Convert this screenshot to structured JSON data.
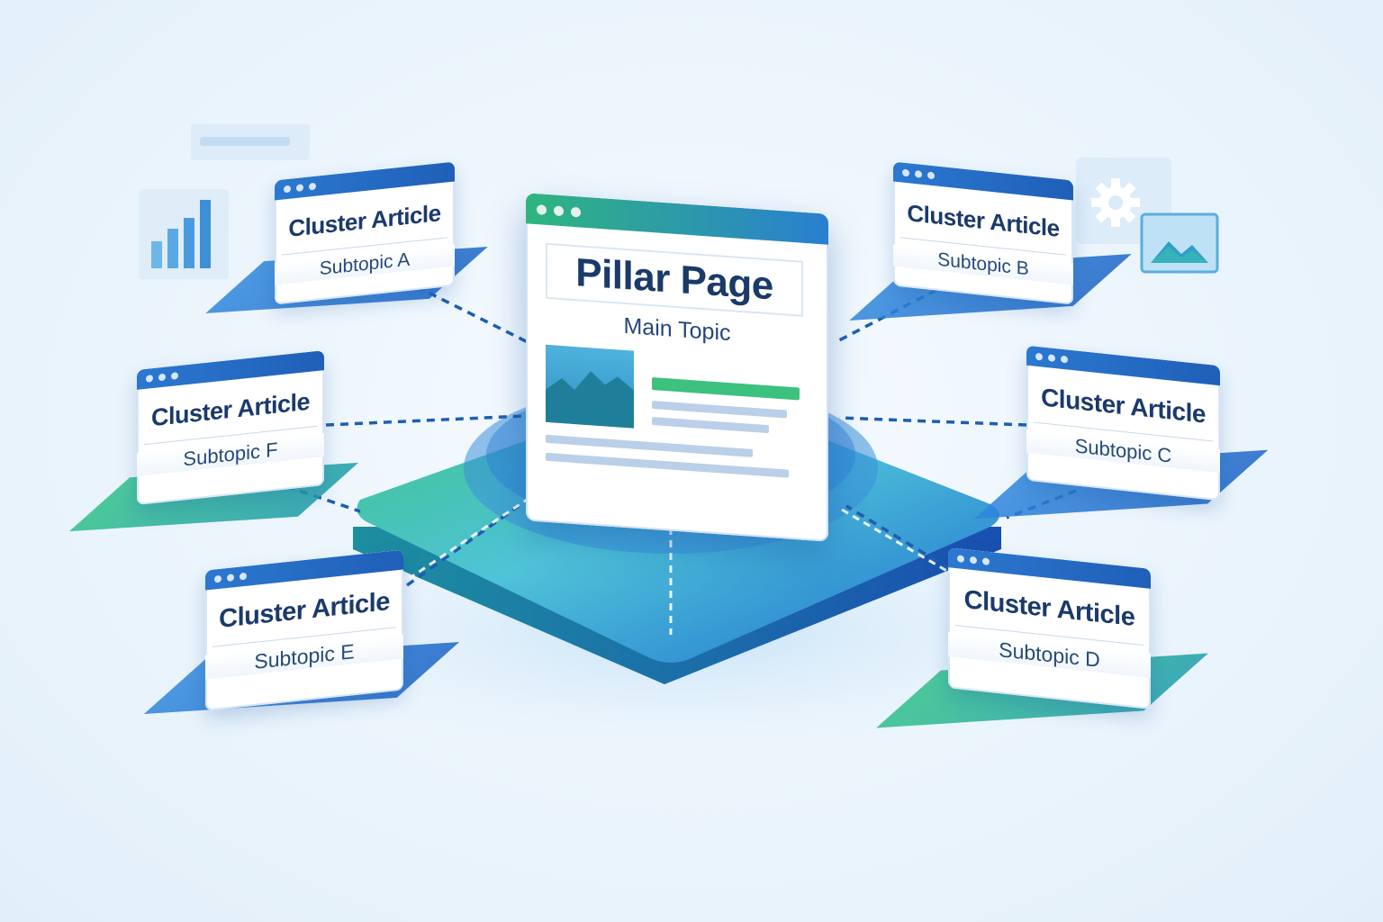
{
  "pillar": {
    "title": "Pillar Page",
    "subtitle": "Main Topic"
  },
  "clusters": [
    {
      "title": "Cluster Article",
      "subtitle": "Subtopic A"
    },
    {
      "title": "Cluster Article",
      "subtitle": "Subtopic B"
    },
    {
      "title": "Cluster Article",
      "subtitle": "Subtopic C"
    },
    {
      "title": "Cluster Article",
      "subtitle": "Subtopic D"
    },
    {
      "title": "Cluster Article",
      "subtitle": "Subtopic E"
    },
    {
      "title": "Cluster Article",
      "subtitle": "Subtopic F"
    }
  ],
  "colors": {
    "brand_blue": "#1f5fb8",
    "brand_green": "#2fb57f",
    "text_dark": "#1b3a6b",
    "background": "#eaf4fc"
  },
  "icons": {
    "decor_left": "bar-chart-icon",
    "decor_right_1": "gear-icon",
    "decor_right_2": "image-icon"
  }
}
